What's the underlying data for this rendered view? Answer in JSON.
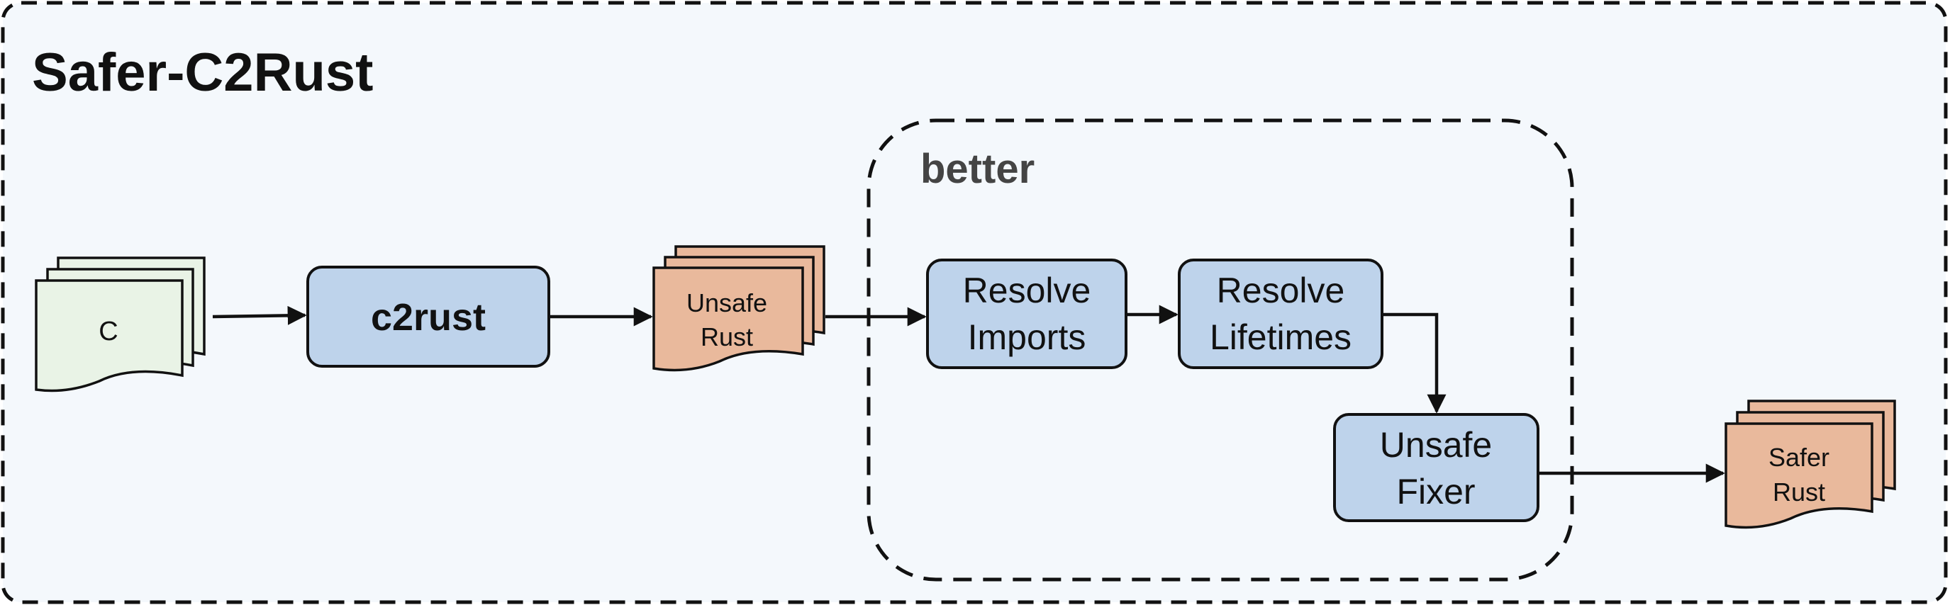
{
  "title": "Safer-C2Rust",
  "group_label": "better",
  "docs": {
    "c": "C",
    "unsafe_rust": [
      "Unsafe",
      "Rust"
    ],
    "safer_rust": [
      "Safer",
      "Rust"
    ]
  },
  "boxes": {
    "c2rust": "c2rust",
    "resolve_imports": [
      "Resolve",
      "Imports"
    ],
    "resolve_lifetimes": [
      "Resolve",
      "Lifetimes"
    ],
    "unsafe_fixer": [
      "Unsafe",
      "Fixer"
    ]
  },
  "colors": {
    "background": "#f4f8fc",
    "process_box": "#bed3eb",
    "c_document": "#e9f3e6",
    "rust_document": "#e9b99c",
    "stroke": "#111111",
    "group_label": "#444444"
  }
}
